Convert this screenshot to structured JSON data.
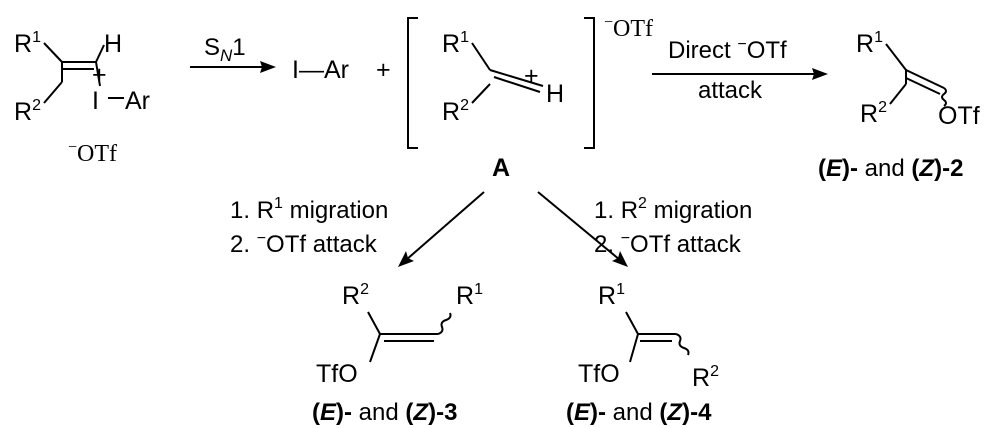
{
  "substituents": {
    "R": "R",
    "one": "1",
    "two": "2",
    "H": "H",
    "I": "I",
    "Ar": "Ar",
    "plus": "+",
    "minus": "−"
  },
  "groups": {
    "OTf": "OTf",
    "TfO": "TfO",
    "I_Ar": "I—Ar",
    "plus_sign": "+"
  },
  "intermediate": {
    "label": "A"
  },
  "reagents": {
    "sn1_S": "S",
    "sn1_N": "N",
    "sn1_1": "1",
    "direct_text": "Direct ",
    "attack": "attack",
    "step1": "1. ",
    "migration": " migration",
    "step2": "2. ",
    "otf_attack": "OTf attack"
  },
  "compounds": {
    "E": "E",
    "Z": "Z",
    "and": " and ",
    "lp": "(",
    "rp": ")",
    "dash": "-",
    "p2": "2",
    "p3": "3",
    "p4": "4"
  }
}
